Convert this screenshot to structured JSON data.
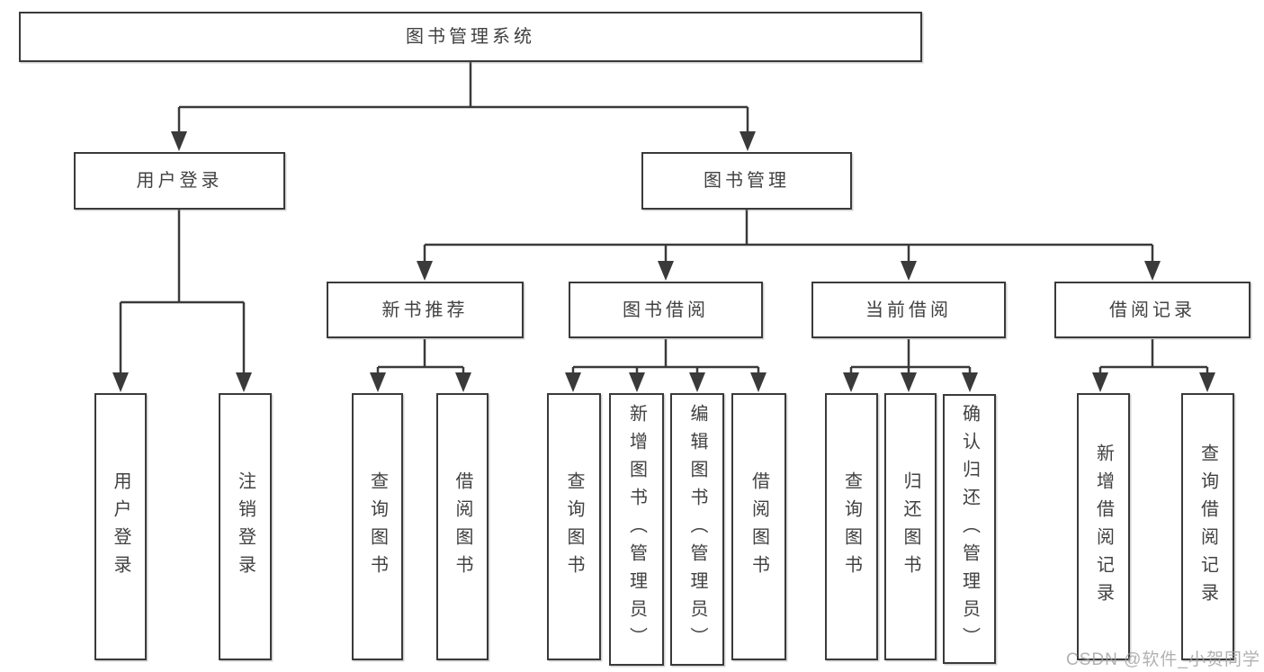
{
  "tree": {
    "root": {
      "label": "图书管理系统"
    },
    "branches": [
      {
        "label": "用户登录",
        "children": [
          {
            "label": "用户登录"
          },
          {
            "label": "注销登录"
          }
        ]
      },
      {
        "label": "图书管理",
        "children": [
          {
            "label": "新书推荐",
            "children": [
              {
                "label": "查询图书"
              },
              {
                "label": "借阅图书"
              }
            ]
          },
          {
            "label": "图书借阅",
            "children": [
              {
                "label": "查询图书"
              },
              {
                "label": "新增图书（管理员）"
              },
              {
                "label": "编辑图书（管理员）"
              },
              {
                "label": "借阅图书"
              }
            ]
          },
          {
            "label": "当前借阅",
            "children": [
              {
                "label": "查询图书"
              },
              {
                "label": "归还图书"
              },
              {
                "label": "确认归还（管理员）"
              }
            ]
          },
          {
            "label": "借阅记录",
            "children": [
              {
                "label": "新增借阅记录"
              },
              {
                "label": "查询借阅记录"
              }
            ]
          }
        ]
      }
    ]
  },
  "watermark": "CSDN @软件_小贺同学",
  "colors": {
    "line": "#3a3a3a",
    "box_border": "#3a3a3a",
    "text": "#414141",
    "watermark": "#9e9e9e",
    "background": "#ffffff"
  }
}
